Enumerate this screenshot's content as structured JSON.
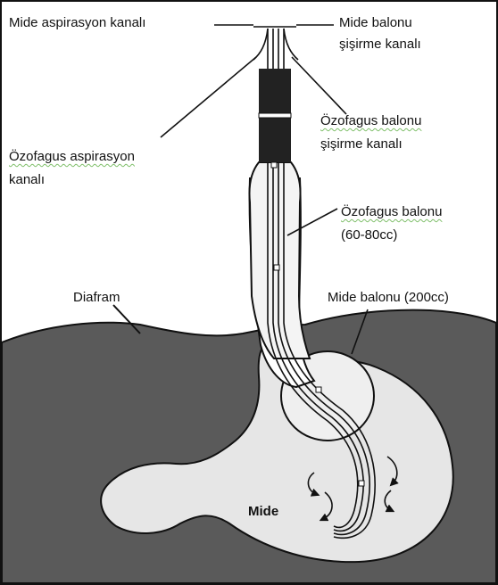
{
  "labels": {
    "stomach_aspiration": "Mide aspirasyon kanalı",
    "stomach_balloon_inflation_line1": "Mide balonu",
    "stomach_balloon_inflation_line2": "şişirme kanalı",
    "esophageal_balloon_inflation_line1": "Özofagus balonu",
    "esophageal_balloon_inflation_line2": "şişirme kanalı",
    "esophageal_aspiration_line1": "Özofagus aspirasyon",
    "esophageal_aspiration_line2": "kanalı",
    "esophageal_balloon_line1": "Özofagus balonu",
    "esophageal_balloon_line2": "(60-80cc)",
    "diaphragm": "Diafram",
    "stomach_balloon": "Mide balonu (200cc)",
    "stomach": "Mide"
  },
  "colors": {
    "abdomen_fill": "#5a5a5a",
    "stomach_fill": "#e6e6e6",
    "balloon_fill": "#efefef",
    "outline": "#111111"
  },
  "icons": [
    "rotation-arrow-icon"
  ]
}
